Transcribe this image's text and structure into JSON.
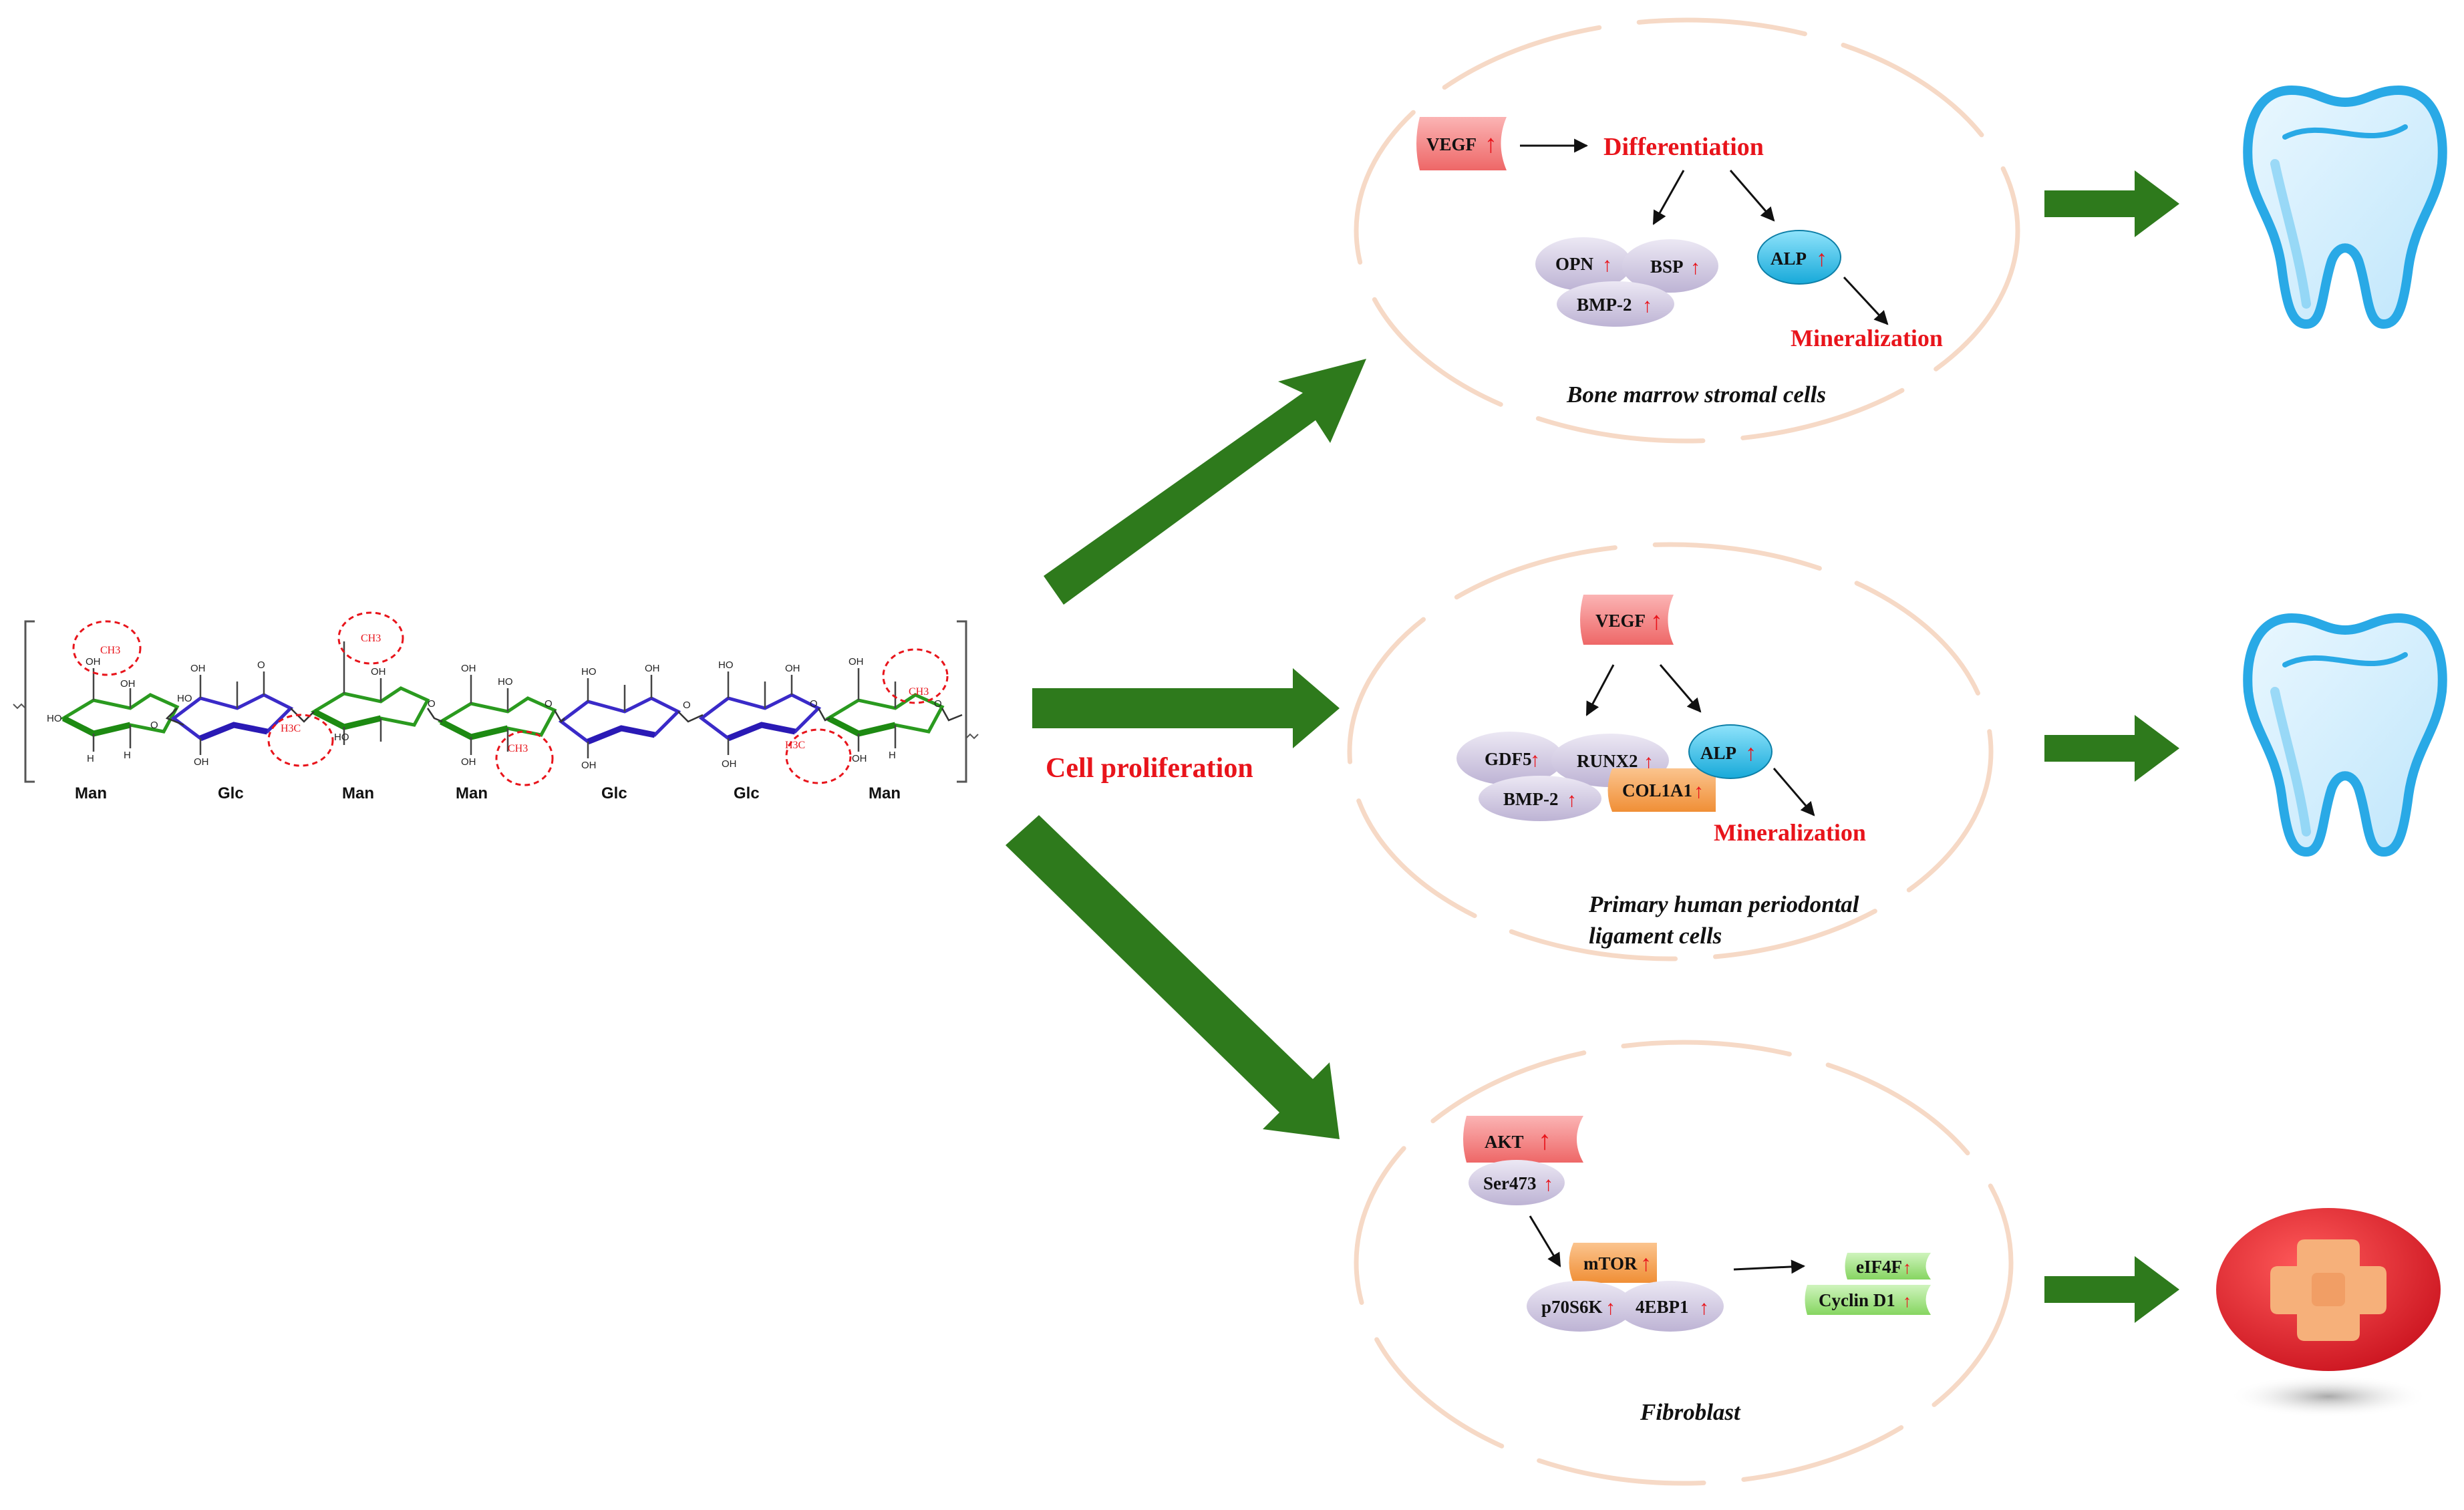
{
  "figure": {
    "colors": {
      "arrow_green": "#2e7a1c",
      "emphasis_red": "#e8141b",
      "cell_outline": "#f6d9c6",
      "protein_purple": "#cfc6e0",
      "alp_blue": "#32c3ec",
      "vegf_red": "#f27d7d",
      "mtor_orange": "#f4a253",
      "output_green": "#9fe07f",
      "tooth_blue": "#29a9e6",
      "cross_red": "#e32a35"
    },
    "chemical_structure": {
      "units": [
        "Man",
        "Glc",
        "Man",
        "Man",
        "Glc",
        "Glc",
        "Man"
      ],
      "acetyl_label": "CH3",
      "acetyl_label_alt": "H3C",
      "oh_label": "OH",
      "o_label": "O",
      "h_label": "H",
      "ho_label": "HO"
    },
    "center_label": "Cell proliferation",
    "up_arrow": "↑",
    "panels": {
      "bone_marrow": {
        "vegf": "VEGF",
        "differentiation": "Differentiation",
        "opn": "OPN",
        "bsp": "BSP",
        "bmp2": "BMP-2",
        "alp": "ALP",
        "mineralization": "Mineralization",
        "cell_type": "Bone marrow stromal cells",
        "icon": "tooth-icon"
      },
      "periodontal": {
        "vegf": "VEGF",
        "gdf5": "GDF5",
        "runx2": "RUNX2",
        "alp": "ALP",
        "col1a1": "COL1A1",
        "bmp2": "BMP-2",
        "mineralization": "Mineralization",
        "cell_type_line1": "Primary human periodontal",
        "cell_type_line2": "ligament cells",
        "icon": "tooth-icon"
      },
      "fibroblast": {
        "akt": "AKT",
        "ser473": "Ser473",
        "mtor": "mTOR",
        "p70s6k": "p70S6K",
        "ebp1": "4EBP1",
        "eif4f": "eIF4F",
        "cyclin": "Cyclin D1",
        "cell_type": "Fibroblast",
        "icon": "medical-cross-icon"
      }
    }
  }
}
